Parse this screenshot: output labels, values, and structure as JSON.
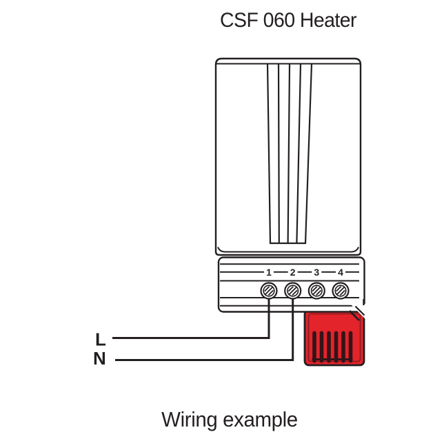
{
  "diagram": {
    "title": "CSF 060 Heater",
    "caption": "Wiring example",
    "terminals": [
      "1",
      "2",
      "3",
      "4"
    ],
    "wire_labels": {
      "live": "L",
      "neutral": "N"
    },
    "colors": {
      "line_color": "#231f20",
      "connector_red": "#e3242b",
      "connector_slot": "#331418",
      "background": "#ffffff"
    }
  }
}
